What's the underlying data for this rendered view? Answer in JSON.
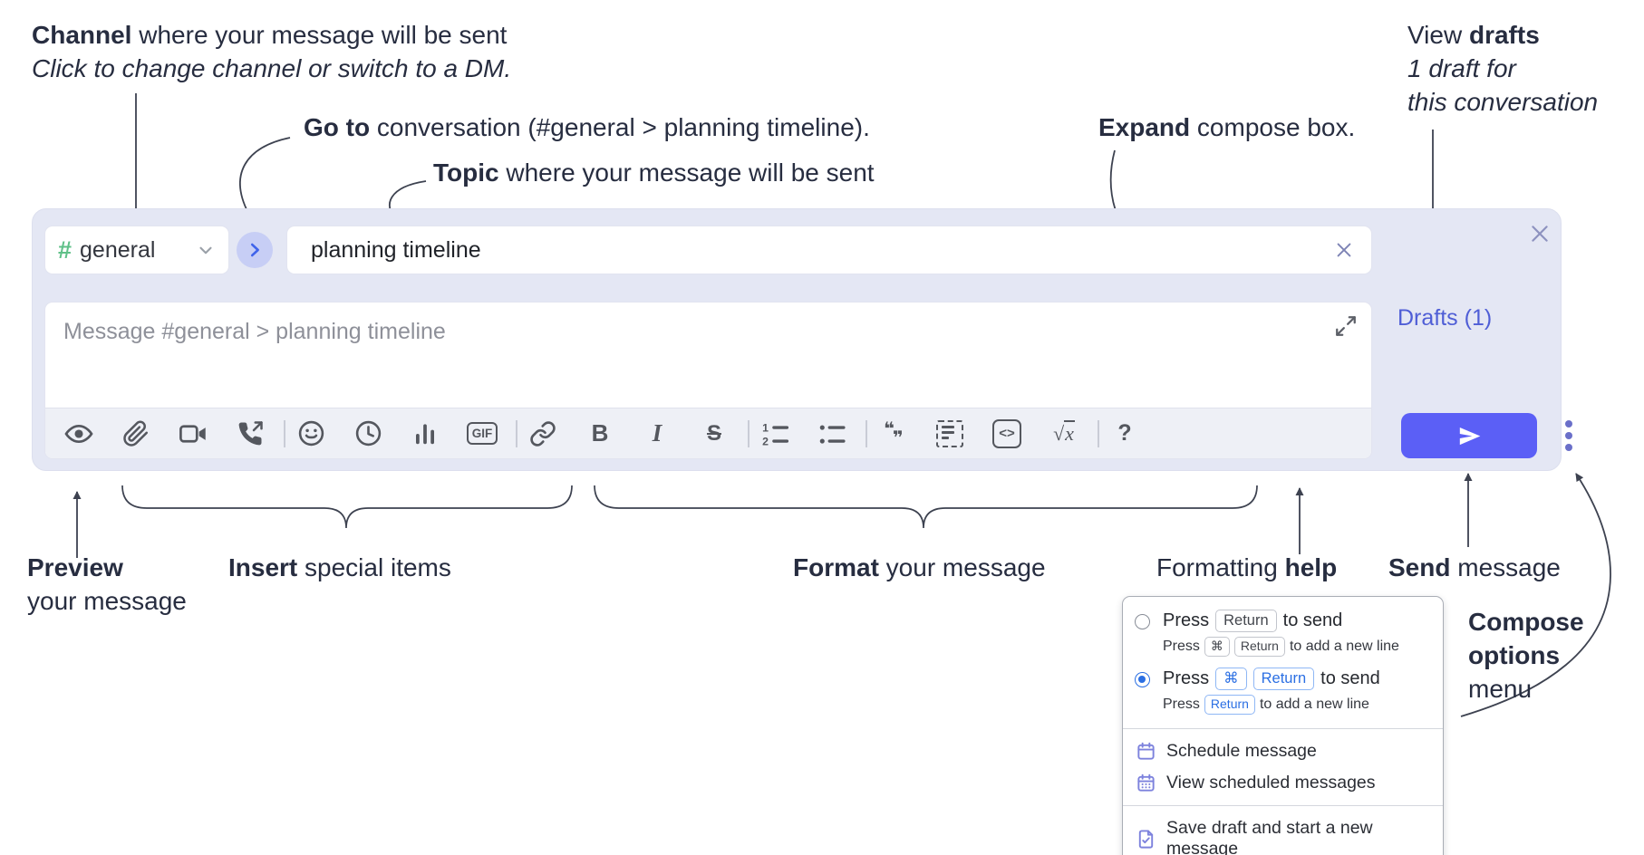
{
  "colors": {
    "send_button": "#5b5ff6",
    "compose_background": "#e4e7f4",
    "channel_hash_green": "#5fc088",
    "goto_chevron_blue": "#3f63ea",
    "drafts_link_blue": "#4f5ed6",
    "kbd_blue": "#2b6fe3",
    "menu_icon_purple": "#7d82dd"
  },
  "annotations": {
    "channel_line1_bold": "Channel",
    "channel_line1_rest": " where your message will be sent",
    "channel_line2": "Click to change channel or switch to a DM.",
    "goto_bold": "Go to",
    "goto_rest": " conversation (#general > planning timeline).",
    "topic_bold": "Topic",
    "topic_rest": " where your message will be sent",
    "expand_bold": "Expand",
    "expand_rest": " compose box.",
    "view_drafts_pre": "View ",
    "view_drafts_bold": "drafts",
    "view_drafts_line2": "1 draft for",
    "view_drafts_line3": "this conversation",
    "preview_bold": "Preview",
    "preview_line2": "your message",
    "insert_bold": "Insert",
    "insert_rest": " special items",
    "format_bold": "Format",
    "format_rest": " your message",
    "help_pre": "Formatting ",
    "help_bold": "help",
    "send_bold": "Send",
    "send_rest": " message",
    "compose_options_line1": "Compose",
    "compose_options_line2": "options",
    "compose_options_line3": "menu"
  },
  "compose": {
    "channel_hash": "#",
    "channel_name": "general",
    "topic_value": "planning timeline",
    "message_placeholder": "Message #general > planning timeline",
    "drafts_link": "Drafts (1)",
    "toolbar_glyphs": {
      "gif": "GIF",
      "bold": "B",
      "italic": "I",
      "strike": "S",
      "code": "<>",
      "math_root": "√",
      "math_var": "x",
      "help": "?",
      "quote_open": "❝",
      "quote_close": "❞"
    }
  },
  "menu": {
    "option1": {
      "main_pre": "Press",
      "main_kbd1": "Return",
      "main_post": "to send",
      "sub_pre": "Press",
      "sub_kbd1": "⌘",
      "sub_kbd2": "Return",
      "sub_post": "to add a new line"
    },
    "option2": {
      "main_pre": "Press",
      "main_kbd1": "⌘",
      "main_kbd2": "Return",
      "main_post": "to send",
      "sub_pre": "Press",
      "sub_kbd1": "Return",
      "sub_post": "to add a new line"
    },
    "item1": "Schedule message",
    "item2": "View scheduled messages",
    "item3": "Save draft and start a new message"
  }
}
